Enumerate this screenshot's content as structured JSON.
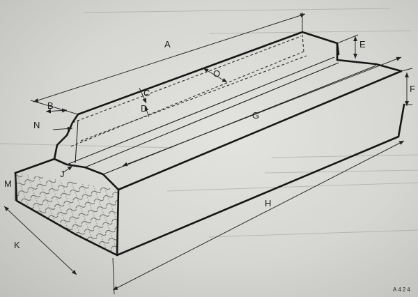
{
  "diagram": {
    "labels": {
      "A": "A",
      "B": "B",
      "C": "C",
      "D": "D",
      "E": "E",
      "F": "F",
      "G": "G",
      "H": "H",
      "J": "J",
      "K": "K",
      "M": "M",
      "N": "N",
      "O": "O"
    },
    "figure_ref": "A424"
  }
}
